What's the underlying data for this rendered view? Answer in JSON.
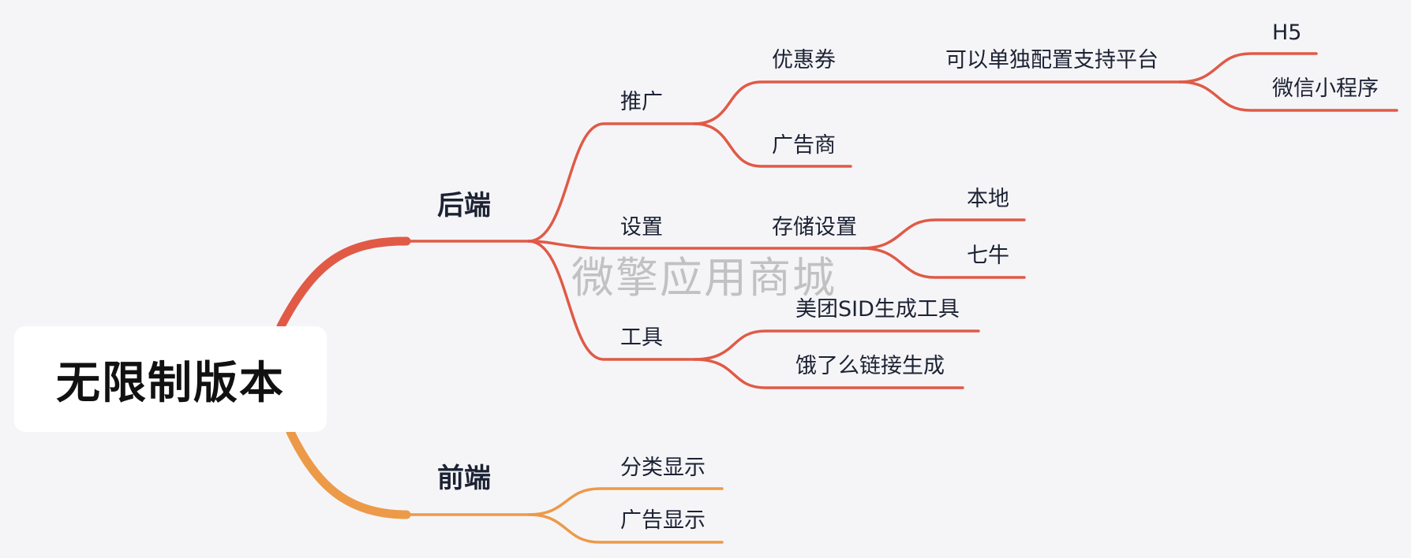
{
  "colors": {
    "backend": "#e05a46",
    "frontend": "#ec9a48",
    "background": "#f5f5f8",
    "text": "#1c2233"
  },
  "root": {
    "label": "无限制版本"
  },
  "watermark": "微擎应用商城",
  "backend": {
    "label": "后端",
    "promotion": {
      "label": "推广",
      "coupon": {
        "label": "优惠券",
        "config": {
          "label": "可以单独配置支持平台",
          "h5": "H5",
          "miniprogram": "微信小程序"
        }
      },
      "advertiser": "广告商"
    },
    "settings": {
      "label": "设置",
      "storage": {
        "label": "存储设置",
        "local": "本地",
        "qiniu": "七牛"
      }
    },
    "tools": {
      "label": "工具",
      "meituan": "美团SID生成工具",
      "eleme": "饿了么链接生成"
    }
  },
  "frontend": {
    "label": "前端",
    "category": "分类显示",
    "ads": "广告显示"
  }
}
